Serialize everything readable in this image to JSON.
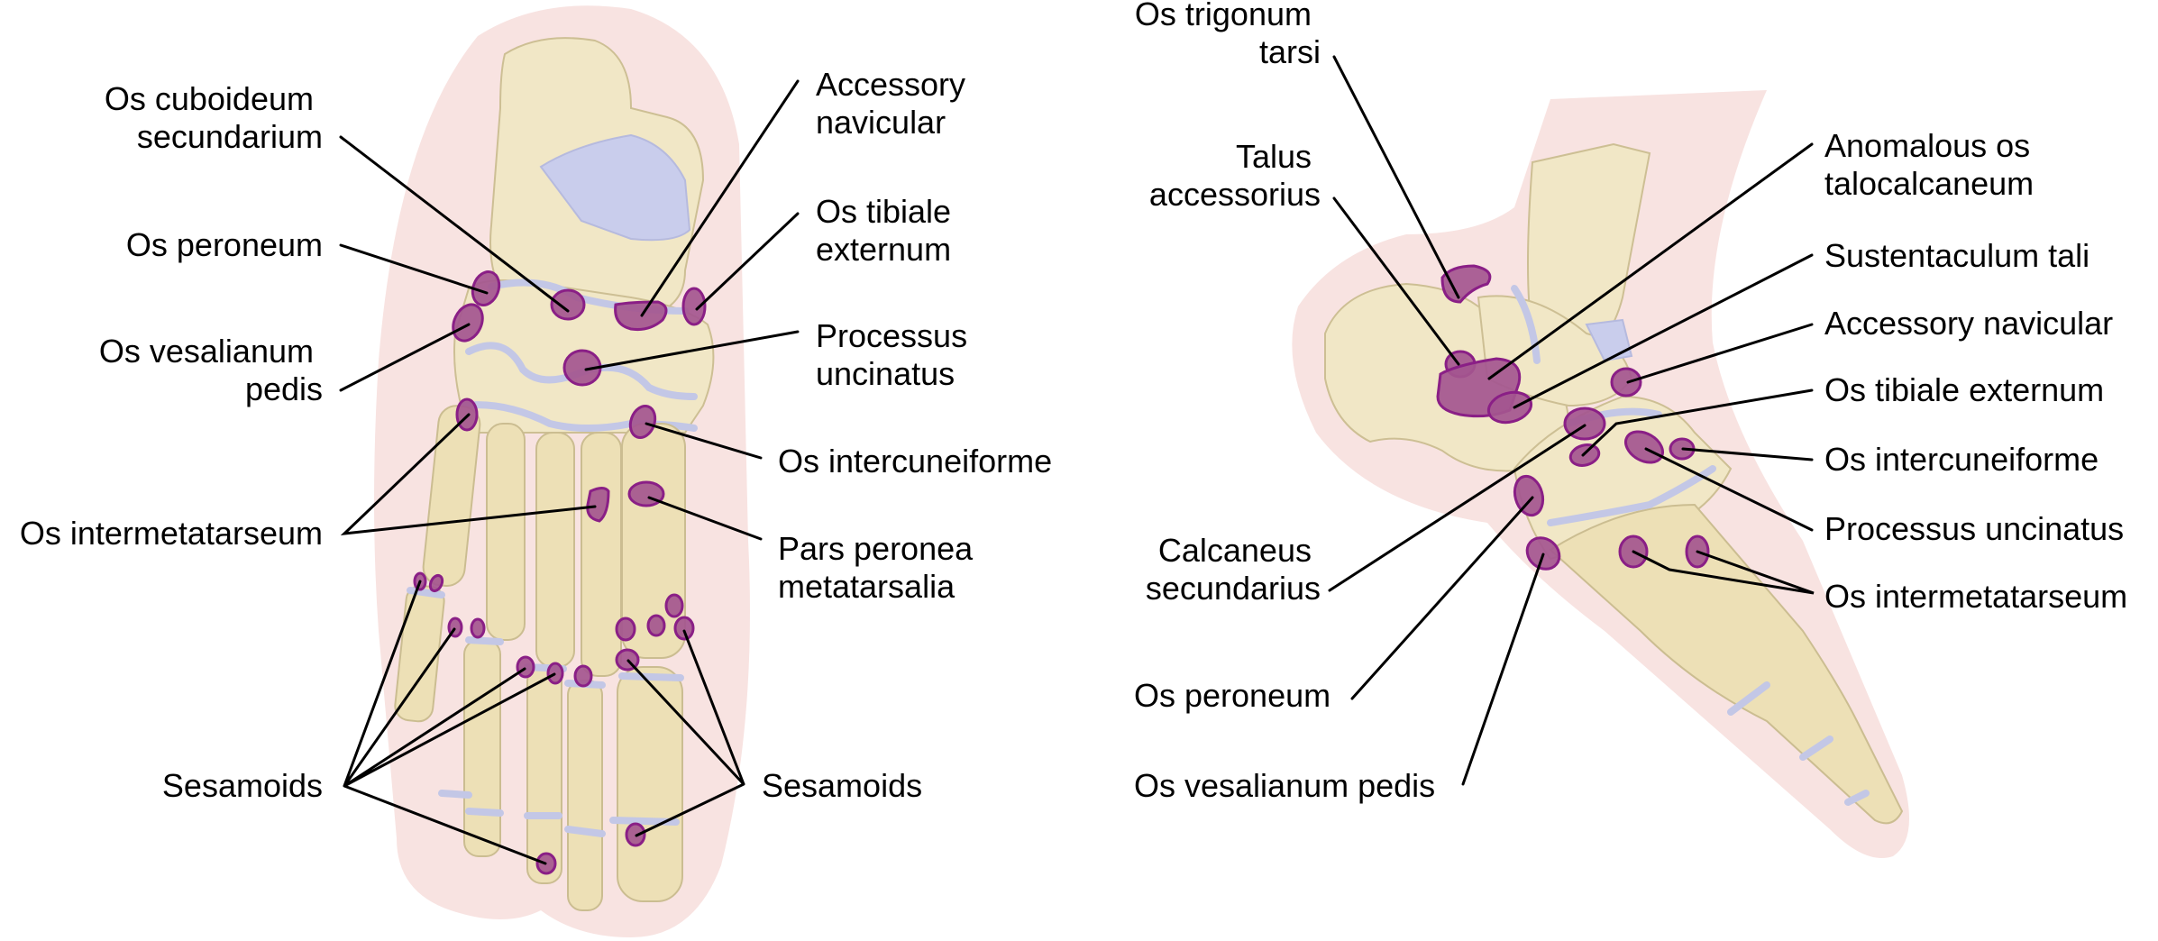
{
  "figure": {
    "colors": {
      "skin": "#f8e3e1",
      "bone": "#f1e7c6",
      "joint_cartilage": "#c3c7e6",
      "accessory_ossicle_fill": "#a4568f",
      "accessory_ossicle_outline": "#8a1f86",
      "leader_line": "#000000"
    },
    "dorsal_view": {
      "labels": {
        "os_cuboideum_secundarium": [
          "Os cuboideum",
          "secundarium"
        ],
        "os_peroneum": [
          "Os peroneum"
        ],
        "os_vesalianum_pedis": [
          "Os vesalianum",
          "pedis"
        ],
        "os_intermetatarseum": [
          "Os intermetatarseum"
        ],
        "sesamoids_left": [
          "Sesamoids"
        ],
        "accessory_navicular": [
          "Accessory",
          "navicular"
        ],
        "os_tibiale_externum": [
          "Os tibiale",
          "externum"
        ],
        "processus_uncinatus": [
          "Processus",
          "uncinatus"
        ],
        "os_intercuneiforme": [
          "Os intercuneiforme"
        ],
        "pars_peronea_metatarsalia": [
          "Pars peronea",
          "metatarsalia"
        ],
        "sesamoids_right": [
          "Sesamoids"
        ]
      }
    },
    "lateral_view": {
      "labels": {
        "os_trigonum_tarsi": [
          "Os trigonum",
          "tarsi"
        ],
        "talus_accessorius": [
          "Talus",
          "accessorius"
        ],
        "calcaneus_secundarius": [
          "Calcaneus",
          "secundarius"
        ],
        "os_peroneum": [
          "Os peroneum"
        ],
        "os_vesalianum_pedis": [
          "Os vesalianum pedis"
        ],
        "anomalous_os_talocalcaneum": [
          "Anomalous os",
          "talocalcaneum"
        ],
        "sustentaculum_tali": [
          "Sustentaculum tali"
        ],
        "accessory_navicular": [
          "Accessory navicular"
        ],
        "os_tibiale_externum": [
          "Os tibiale externum"
        ],
        "os_intercuneiforme": [
          "Os intercuneiforme"
        ],
        "processus_uncinatus": [
          "Processus uncinatus"
        ],
        "os_intermetatarseum": [
          "Os intermetatarseum"
        ]
      }
    }
  }
}
